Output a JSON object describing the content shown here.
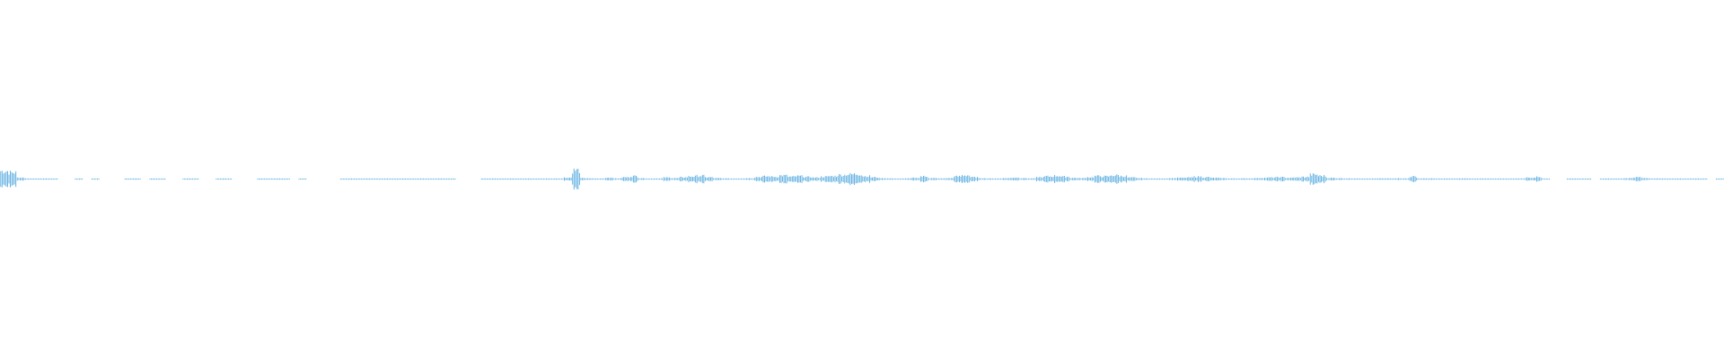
{
  "waveform": {
    "wave_color": "#5aade0",
    "background_color": "#ffffff",
    "amplitudes": [
      0.055,
      0.045,
      0.01,
      0.002,
      0.002,
      0.002,
      0.003,
      0.0,
      0.0,
      0.002,
      0.0,
      0.002,
      0.0,
      0.0,
      0.0,
      0.002,
      0.002,
      0.0,
      0.002,
      0.002,
      0.0,
      0.0,
      0.003,
      0.002,
      0.0,
      0.0,
      0.002,
      0.002,
      0.0,
      0.0,
      0.0,
      0.002,
      0.002,
      0.002,
      0.002,
      0.0,
      0.002,
      0.0,
      0.0,
      0.0,
      0.0,
      0.002,
      0.002,
      0.002,
      0.002,
      0.002,
      0.002,
      0.002,
      0.002,
      0.002,
      0.002,
      0.002,
      0.002,
      0.002,
      0.002,
      0.0,
      0.0,
      0.0,
      0.002,
      0.002,
      0.002,
      0.002,
      0.002,
      0.002,
      0.002,
      0.002,
      0.003,
      0.004,
      0.01,
      0.06,
      0.006,
      0.004,
      0.003,
      0.01,
      0.004,
      0.012,
      0.02,
      0.006,
      0.003,
      0.004,
      0.01,
      0.006,
      0.012,
      0.018,
      0.022,
      0.012,
      0.006,
      0.004,
      0.003,
      0.004,
      0.006,
      0.014,
      0.018,
      0.016,
      0.024,
      0.016,
      0.02,
      0.014,
      0.01,
      0.016,
      0.02,
      0.028,
      0.032,
      0.034,
      0.02,
      0.012,
      0.006,
      0.004,
      0.003,
      0.004,
      0.008,
      0.018,
      0.006,
      0.004,
      0.006,
      0.018,
      0.026,
      0.012,
      0.006,
      0.004,
      0.003,
      0.006,
      0.01,
      0.006,
      0.004,
      0.012,
      0.018,
      0.022,
      0.016,
      0.008,
      0.006,
      0.012,
      0.02,
      0.018,
      0.026,
      0.02,
      0.01,
      0.006,
      0.004,
      0.003,
      0.004,
      0.006,
      0.008,
      0.01,
      0.016,
      0.012,
      0.008,
      0.006,
      0.004,
      0.004,
      0.004,
      0.006,
      0.008,
      0.01,
      0.012,
      0.008,
      0.01,
      0.014,
      0.03,
      0.022,
      0.008,
      0.006,
      0.004,
      0.003,
      0.003,
      0.003,
      0.004,
      0.004,
      0.006,
      0.004,
      0.016,
      0.004,
      0.004,
      0.003,
      0.003,
      0.003,
      0.004,
      0.004,
      0.003,
      0.003,
      0.003,
      0.003,
      0.003,
      0.003,
      0.01,
      0.014,
      0.003,
      0.0,
      0.0,
      0.003,
      0.002,
      0.002,
      0.0,
      0.003,
      0.003,
      0.003,
      0.006,
      0.012,
      0.006,
      0.004,
      0.003,
      0.003,
      0.003,
      0.003,
      0.002,
      0.002,
      0.0,
      0.002
    ]
  }
}
